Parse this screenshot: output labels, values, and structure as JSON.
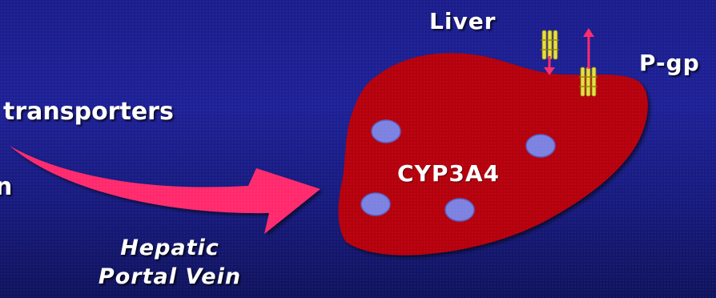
{
  "labels": {
    "organ": "Liver",
    "efflux_transporter": "P-gp",
    "transporters": "transporters",
    "left_fragment": "n",
    "enzyme": "CYP3A4",
    "vein_line1": "Hepatic",
    "vein_line2": "Portal Vein"
  },
  "colors": {
    "background": "#1b1d8c",
    "liver": "#b50009",
    "flow_arrow": "#ff2a6d",
    "enzyme_spot": "#7d82e0",
    "transporter": "#e6dd46",
    "transport_arrow": "#ff2a6d",
    "text": "#ffffff"
  },
  "icons": {
    "flow": "curved-arrow",
    "transport": "double-headed-vertical-arrow",
    "transporter_protein": "membrane-channel"
  }
}
